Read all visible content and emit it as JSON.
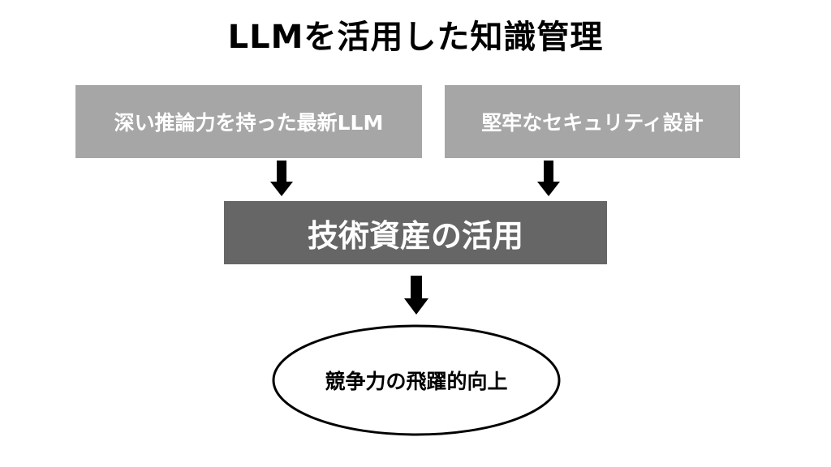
{
  "title": "LLMを活用した知識管理",
  "inputs": {
    "left": "深い推論力を持った最新LLM",
    "right": "堅牢なセキュリティ設計"
  },
  "center": "技術資産の活用",
  "result": "競争力の飛躍的向上",
  "colors": {
    "input_box": "#a6a6a6",
    "center_box": "#666666",
    "arrow": "#000000",
    "ellipse_stroke": "#000000",
    "box_text": "#ffffff"
  },
  "icons": {
    "arrow": "arrow-down-icon"
  }
}
